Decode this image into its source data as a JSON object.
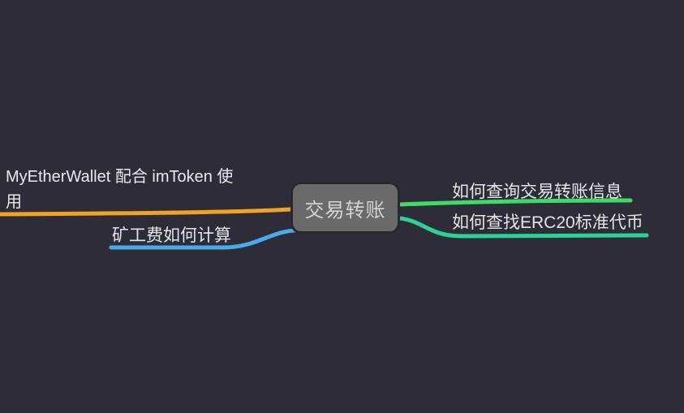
{
  "canvas": {
    "background_color": "#2f2c39"
  },
  "mindmap": {
    "root_node": {
      "label": "交易转账",
      "fill_color": "#6a6a6a",
      "border_color": "#29292c",
      "text_color": "#d2d2d4"
    },
    "branches": {
      "left_top": {
        "label": "MyEtherWallet 配合 imToken 使用",
        "line_color": "#f2a324",
        "side": "left"
      },
      "left_bottom": {
        "label": "矿工费如何计算",
        "line_color": "#47ade9",
        "side": "left"
      },
      "right_top": {
        "label": "如何查询交易转账信息",
        "line_color": "#3fdb64",
        "side": "right"
      },
      "right_bottom": {
        "label": "如何查找ERC20标准代币",
        "line_color": "#28d395",
        "side": "right"
      }
    }
  }
}
